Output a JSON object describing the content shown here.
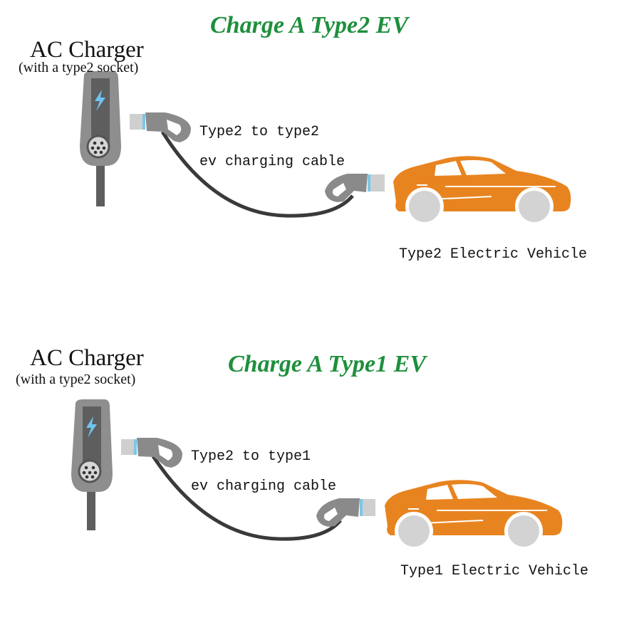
{
  "panels": [
    {
      "title": "Charge A Type2 EV",
      "charger": {
        "name": "AC Charger",
        "subtitle": "(with a type2 socket)"
      },
      "cable": {
        "line1": "Type2 to type2",
        "line2": "ev charging cable"
      },
      "vehicle": {
        "label": "Type2 Electric Vehicle"
      }
    },
    {
      "title": "Charge A Type1 EV",
      "charger": {
        "name": "AC Charger",
        "subtitle": "(with a type2 socket)"
      },
      "cable": {
        "line1": "Type2 to type1",
        "line2": "ev charging cable"
      },
      "vehicle": {
        "label": "Type1 Electric Vehicle"
      }
    }
  ],
  "colors": {
    "title": "#1e8f3c",
    "car_body": "#e8841f",
    "wheel": "#d3d3d3",
    "charger_body": "#8e8e8e",
    "charger_inner": "#5e5e5e",
    "lightning": "#6ec3f0",
    "cable": "#3a3a3a",
    "connector_ring": "#7cc6e8"
  },
  "icons": [
    "lightning-bolt-icon",
    "type2-socket-icon",
    "plug-connector-icon",
    "car-icon"
  ]
}
